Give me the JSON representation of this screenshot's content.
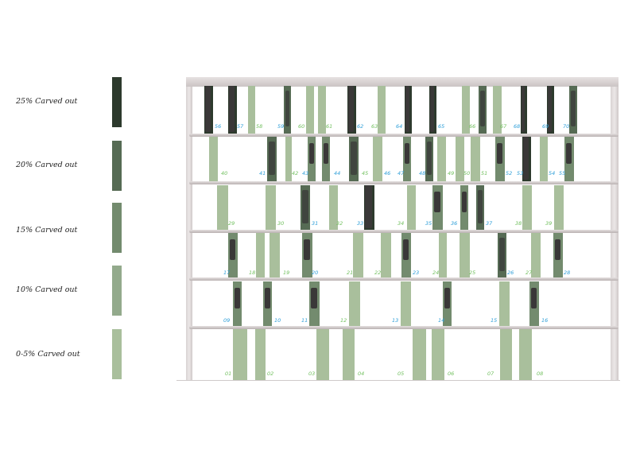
{
  "colors": {
    "levels": [
      "#a9bf9c",
      "#93aa8c",
      "#738b6e",
      "#566b54",
      "#2d3a2d"
    ],
    "carve": "#3a3838",
    "label_blue": "#2f9fd8",
    "label_green": "#72c05f"
  },
  "legend": [
    {
      "label": "25% Carved out",
      "level": 4
    },
    {
      "label": "20% Carved out",
      "level": 3
    },
    {
      "label": "15% Carved out",
      "level": 2
    },
    {
      "label": "10% Carved out",
      "level": 1
    },
    {
      "label": "0-5% Carved out",
      "level": 0
    }
  ],
  "shelves": [
    {
      "labels": [
        [
          "56",
          "b"
        ],
        [
          "57",
          "b"
        ],
        [
          "58",
          "g"
        ],
        [
          "59",
          "b"
        ],
        [
          "60",
          "g"
        ],
        [
          "61",
          "g"
        ],
        [
          "62",
          "b"
        ],
        [
          "63",
          "g"
        ],
        [
          "64",
          "b"
        ],
        [
          "65",
          "b"
        ],
        [
          "66",
          "g"
        ],
        [
          "67",
          "g"
        ],
        [
          "68",
          "b"
        ],
        [
          "69",
          "b"
        ],
        [
          "70",
          "b"
        ]
      ],
      "plank_levels": [
        4,
        4,
        0,
        3,
        0,
        0,
        4,
        0,
        4,
        4,
        0,
        3,
        0,
        4,
        4,
        3
      ]
    },
    {
      "labels": [
        [
          "40",
          "g"
        ],
        [
          "41",
          "b"
        ],
        [
          "42",
          "g"
        ],
        [
          "43",
          "b"
        ],
        [
          "44",
          "b"
        ],
        [
          "45",
          "g"
        ],
        [
          "46",
          "b"
        ],
        [
          "47",
          "b"
        ],
        [
          "48",
          "b"
        ],
        [
          "49",
          "g"
        ],
        [
          "50",
          "g"
        ],
        [
          "51",
          "g"
        ],
        [
          "52",
          "b"
        ],
        [
          "53",
          "b"
        ],
        [
          "54",
          "b"
        ],
        [
          "55",
          "b"
        ]
      ],
      "plank_levels": [
        0,
        3,
        0,
        2,
        2,
        3,
        0,
        2,
        3,
        0,
        0,
        0,
        2,
        4,
        0,
        2
      ]
    },
    {
      "labels": [
        [
          "29",
          "g"
        ],
        [
          "30",
          "g"
        ],
        [
          "31",
          "b"
        ],
        [
          "32",
          "g"
        ],
        [
          "33",
          "b"
        ],
        [
          "34",
          "g"
        ],
        [
          "35",
          "b"
        ],
        [
          "36",
          "b"
        ],
        [
          "37",
          "b"
        ],
        [
          "38",
          "g"
        ],
        [
          "39",
          "g"
        ]
      ],
      "plank_levels": [
        0,
        0,
        3,
        0,
        4,
        0,
        2,
        2,
        3,
        0,
        0
      ]
    },
    {
      "labels": [
        [
          "17",
          "b"
        ],
        [
          "18",
          "g"
        ],
        [
          "19",
          "g"
        ],
        [
          "20",
          "b"
        ],
        [
          "21",
          "g"
        ],
        [
          "22",
          "g"
        ],
        [
          "23",
          "b"
        ],
        [
          "24",
          "g"
        ],
        [
          "25",
          "g"
        ],
        [
          "26",
          "b"
        ],
        [
          "27",
          "g"
        ],
        [
          "28",
          "b"
        ]
      ],
      "plank_levels": [
        2,
        0,
        0,
        2,
        0,
        0,
        2,
        0,
        0,
        3,
        0,
        2
      ]
    },
    {
      "labels": [
        [
          "09",
          "b"
        ],
        [
          "10",
          "b"
        ],
        [
          "11",
          "b"
        ],
        [
          "12",
          "g"
        ],
        [
          "13",
          "b"
        ],
        [
          "14",
          "b"
        ],
        [
          "15",
          "b"
        ],
        [
          "16",
          "b"
        ]
      ],
      "plank_levels": [
        2,
        2,
        2,
        0,
        0,
        2,
        0,
        2
      ]
    },
    {
      "labels": [
        [
          "01",
          "g"
        ],
        [
          "02",
          "g"
        ],
        [
          "03",
          "g"
        ],
        [
          "04",
          "g"
        ],
        [
          "05",
          "g"
        ],
        [
          "06",
          "g"
        ],
        [
          "07",
          "g"
        ],
        [
          "08",
          "g"
        ]
      ],
      "plank_levels": [
        0,
        0,
        0,
        0,
        0,
        0,
        0,
        0
      ]
    }
  ]
}
